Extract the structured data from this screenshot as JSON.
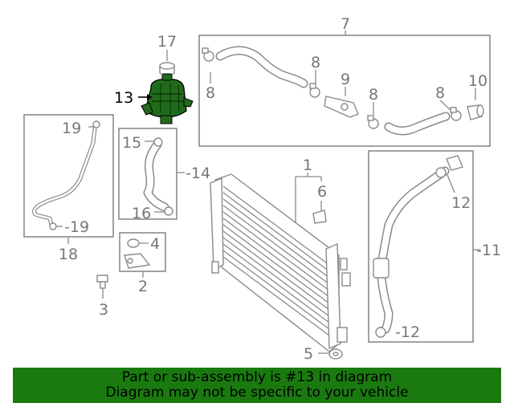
{
  "callouts": {
    "c1": "1",
    "c2": "2",
    "c3": "3",
    "c4": "4",
    "c5": "5",
    "c6": "6",
    "c7": "7",
    "c8a": "8",
    "c8b": "8",
    "c8c": "8",
    "c8d": "8",
    "c9": "9",
    "c10": "10",
    "c11": "-11",
    "c12a": "12",
    "c12b": "-12",
    "c13": "13",
    "c14": "-14",
    "c15": "15",
    "c16": "16",
    "c17": "17",
    "c18": "18",
    "c19a": "19",
    "c19b": "-19"
  },
  "highlight": {
    "part_number": "13",
    "color": "#1f6b1a"
  },
  "banner": {
    "line1": "Part or sub-assembly is #13 in diagram",
    "line2": "Diagram may not be specific to your vehicle",
    "color": "#1a7a10"
  }
}
